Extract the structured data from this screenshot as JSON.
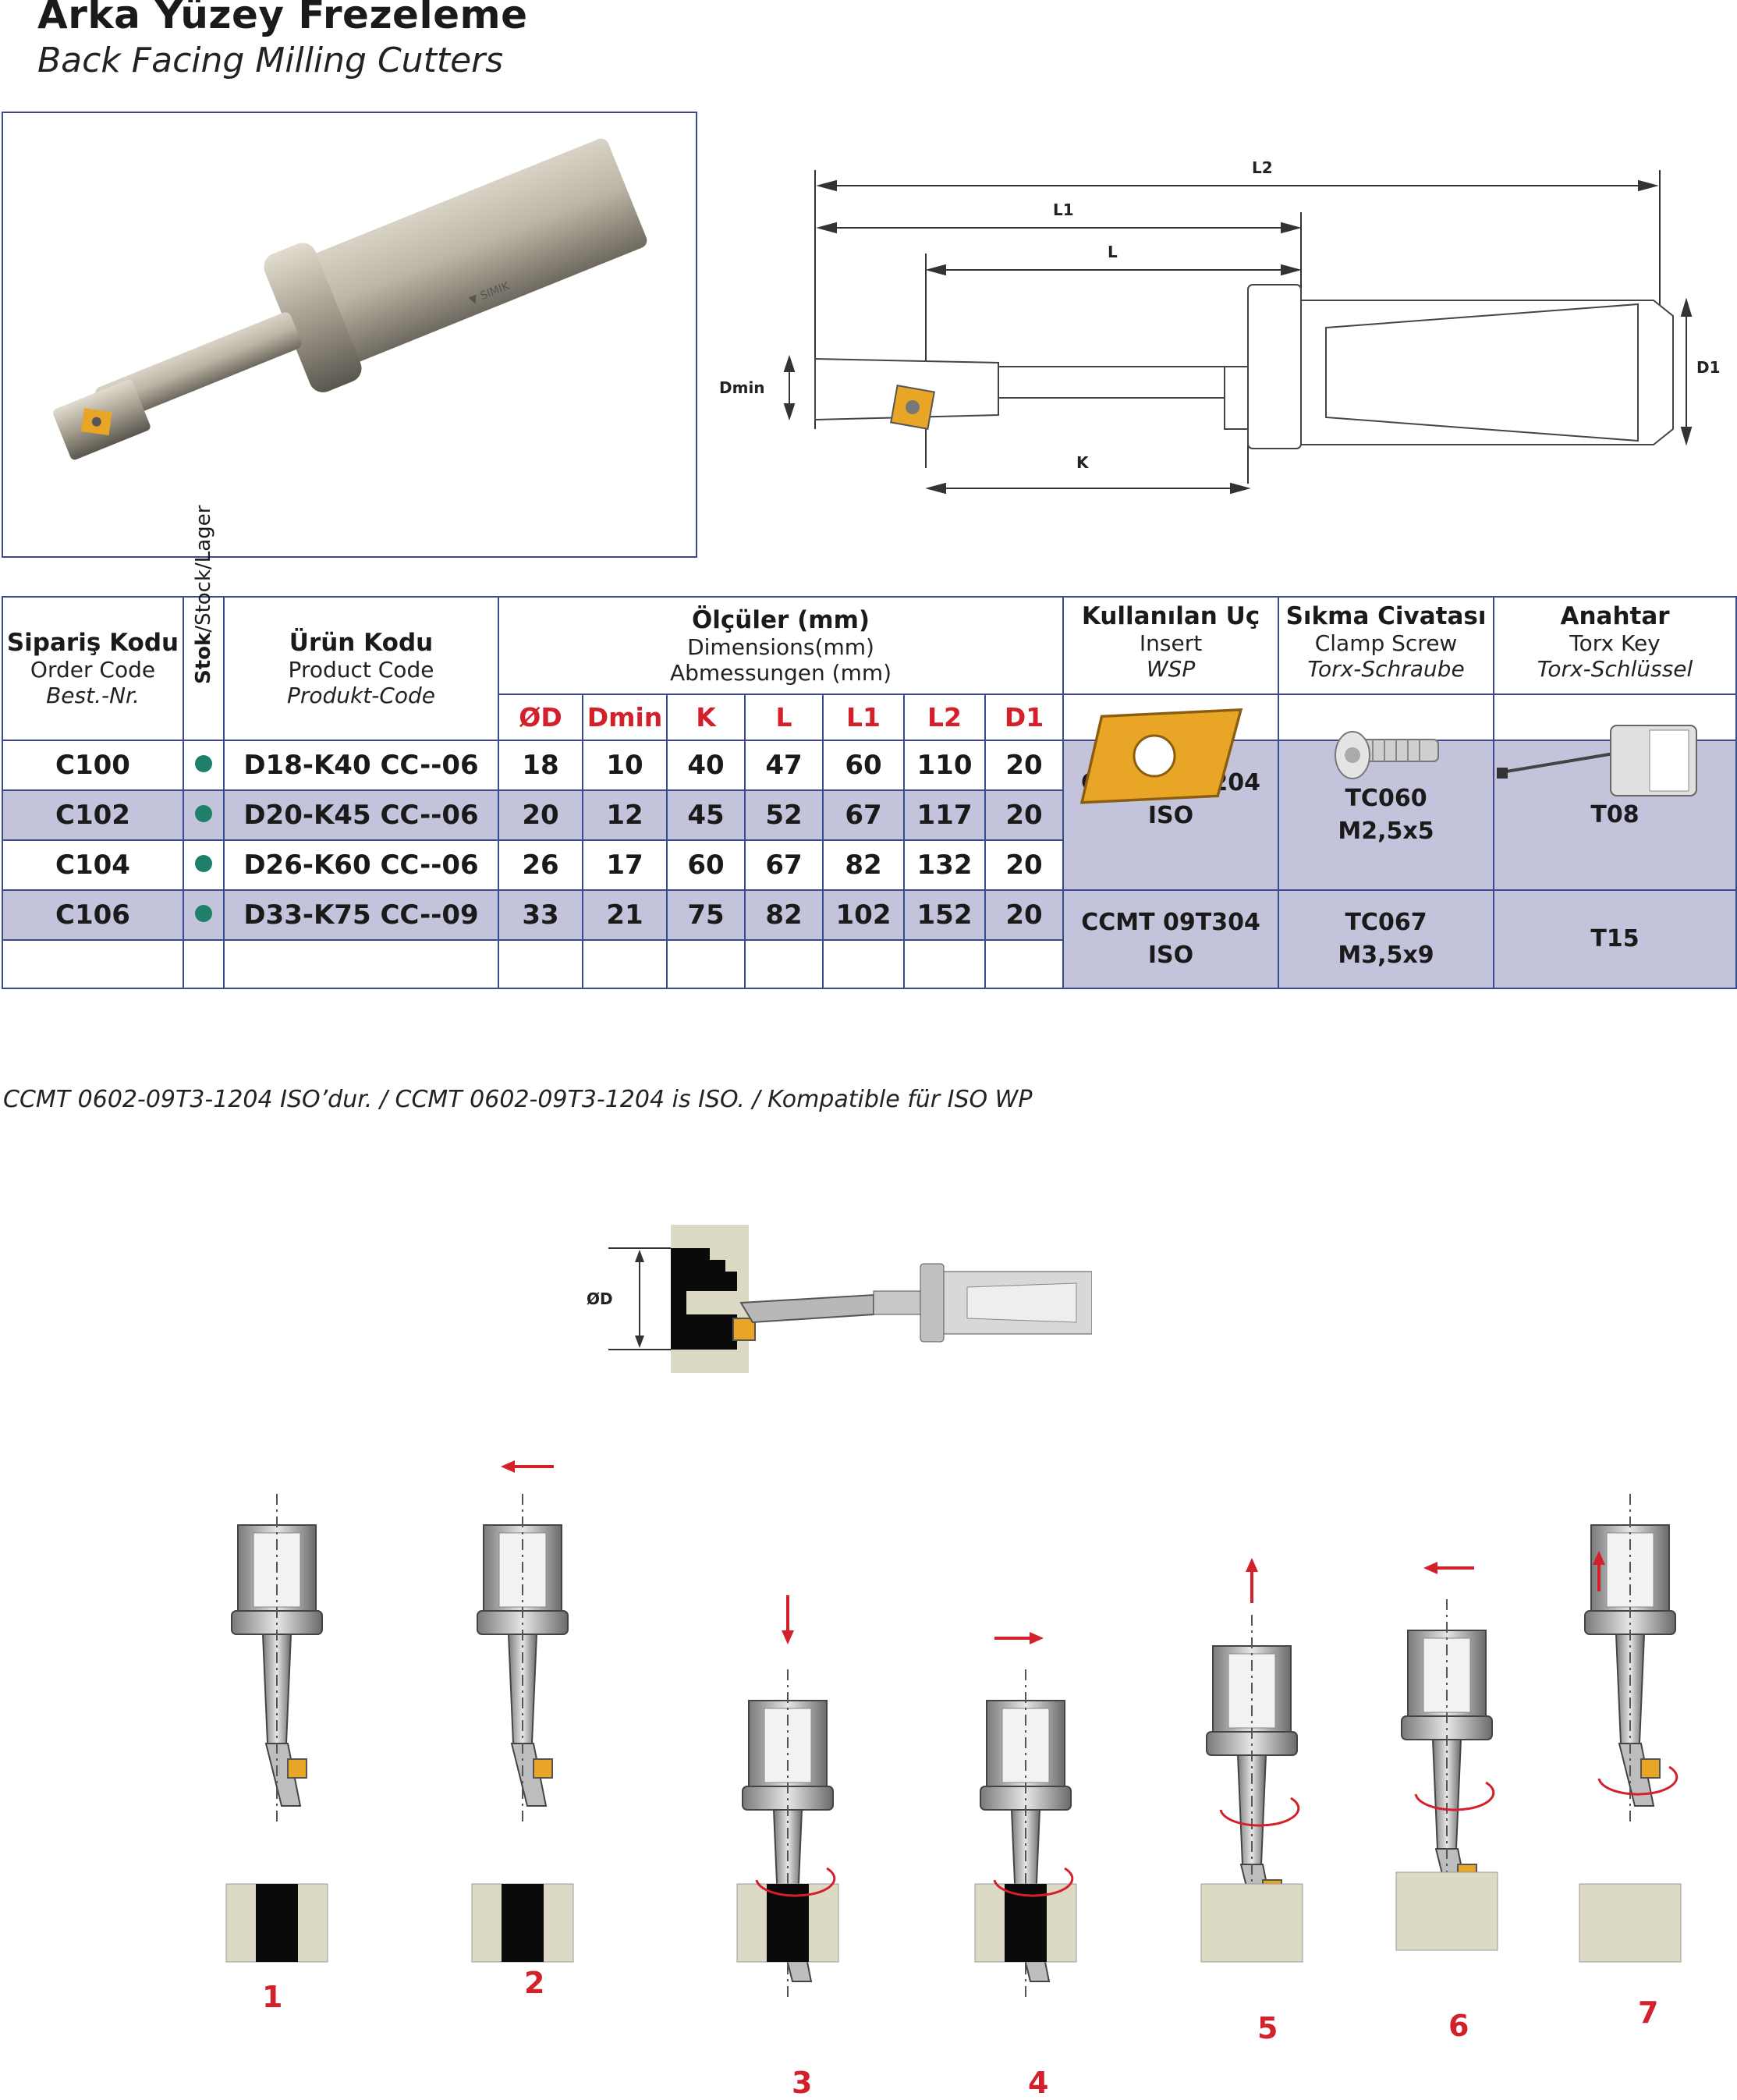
{
  "header": {
    "title_tr": "Arka Yüzey Frezeleme",
    "title_en": "Back Facing Milling Cutters"
  },
  "drawing": {
    "labels": {
      "L2": "L2",
      "L1": "L1",
      "L": "L",
      "Dmin": "Dmin",
      "K": "K",
      "D1": "D1"
    }
  },
  "table": {
    "order_code": {
      "tr": "Sipariş Kodu",
      "en": "Order Code",
      "de": "Best.-Nr."
    },
    "stock": {
      "tr": "Stok",
      "rest": "/Stock/Lager"
    },
    "product_code": {
      "tr": "Ürün Kodu",
      "en": "Product Code",
      "de": "Produkt-Code"
    },
    "dimensions": {
      "tr": "Ölçüler (mm)",
      "en": "Dimensions(mm)",
      "de": "Abmessungen (mm)"
    },
    "dim_cols": [
      "ØD",
      "Dmin",
      "K",
      "L",
      "L1",
      "L2",
      "D1"
    ],
    "insert": {
      "tr": "Kullanılan Uç",
      "en": "Insert",
      "de": "WSP"
    },
    "screw": {
      "tr": "Sıkma Civatası",
      "en": "Clamp Screw",
      "de": "Torx-Schraube"
    },
    "key": {
      "tr": "Anahtar",
      "en": "Torx Key",
      "de": "Torx-Schlüssel"
    },
    "rows": [
      {
        "order": "C100",
        "product": "D18-K40 CC--06",
        "dims": [
          "18",
          "10",
          "40",
          "47",
          "60",
          "110",
          "20"
        ]
      },
      {
        "order": "C102",
        "product": "D20-K45 CC--06",
        "dims": [
          "20",
          "12",
          "45",
          "52",
          "67",
          "117",
          "20"
        ]
      },
      {
        "order": "C104",
        "product": "D26-K60 CC--06",
        "dims": [
          "26",
          "17",
          "60",
          "67",
          "82",
          "132",
          "20"
        ]
      },
      {
        "order": "C106",
        "product": "D33-K75 CC--09",
        "dims": [
          "33",
          "21",
          "75",
          "82",
          "102",
          "152",
          "20"
        ]
      }
    ],
    "group1": {
      "insert_l1": "CCMT 060204",
      "insert_l2": "ISO",
      "screw_l1": "TC060",
      "screw_l2": "M2,5x5",
      "key": "T08"
    },
    "group2": {
      "insert_l1": "CCMT 09T304",
      "insert_l2": "ISO",
      "screw_l1": "TC067",
      "screw_l2": "M3,5x9",
      "key": "T15"
    }
  },
  "footnote": "CCMT 0602-09T3-1204 ISO’dur. / CCMT 0602-09T3-1204 is ISO. / Kompatible für ISO WP",
  "setup": {
    "od_label": "ØD"
  },
  "steps": [
    "1",
    "2",
    "3",
    "4",
    "5",
    "6",
    "7"
  ],
  "colors": {
    "border": "#3a4a8a",
    "shade": "#c3c3db",
    "accent_red": "#d4202a",
    "stock_dot": "#1f7f6a",
    "insert_gold": "#e8a526"
  }
}
